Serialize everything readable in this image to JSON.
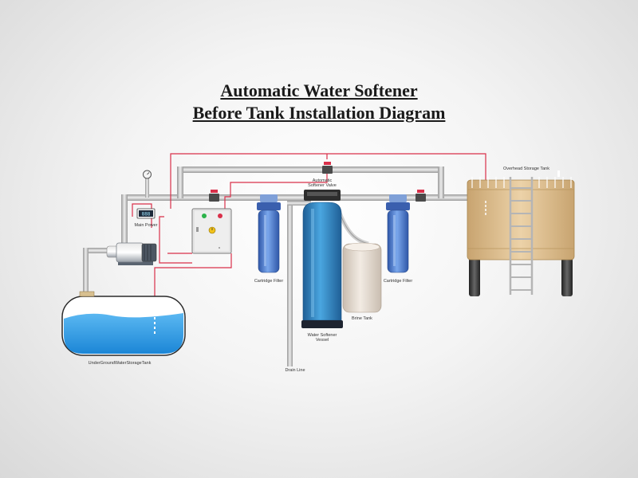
{
  "title": {
    "line1": "Automatic Water Softener",
    "line2": "Before Tank Installation Diagram"
  },
  "labels": {
    "main_power": "Main Power",
    "cartridge_filter_1": "Cartridge Filter",
    "softener_valve_line1": "Automatic",
    "softener_valve_line2": "Softener Valve",
    "vessel_line1": "Water Softener",
    "vessel_line2": "Vessel",
    "brine_tank": "Brine Tank",
    "cartridge_filter_2": "Cartridge Filter",
    "overhead_tank": "Overhead Storage Tank",
    "underground_tank": "UnderGroundWaterStorageTank",
    "drain_line": "Drain Line",
    "meter_display": "888"
  },
  "colors": {
    "pipe": "#c8c8c8",
    "signal_wire": "#d9304a",
    "water": "#2e9be6",
    "vessel": "#2f86c8",
    "filter": "#4e7fd0",
    "brine": "#e6dcd0",
    "overhead_tank": "#d8b88a"
  }
}
